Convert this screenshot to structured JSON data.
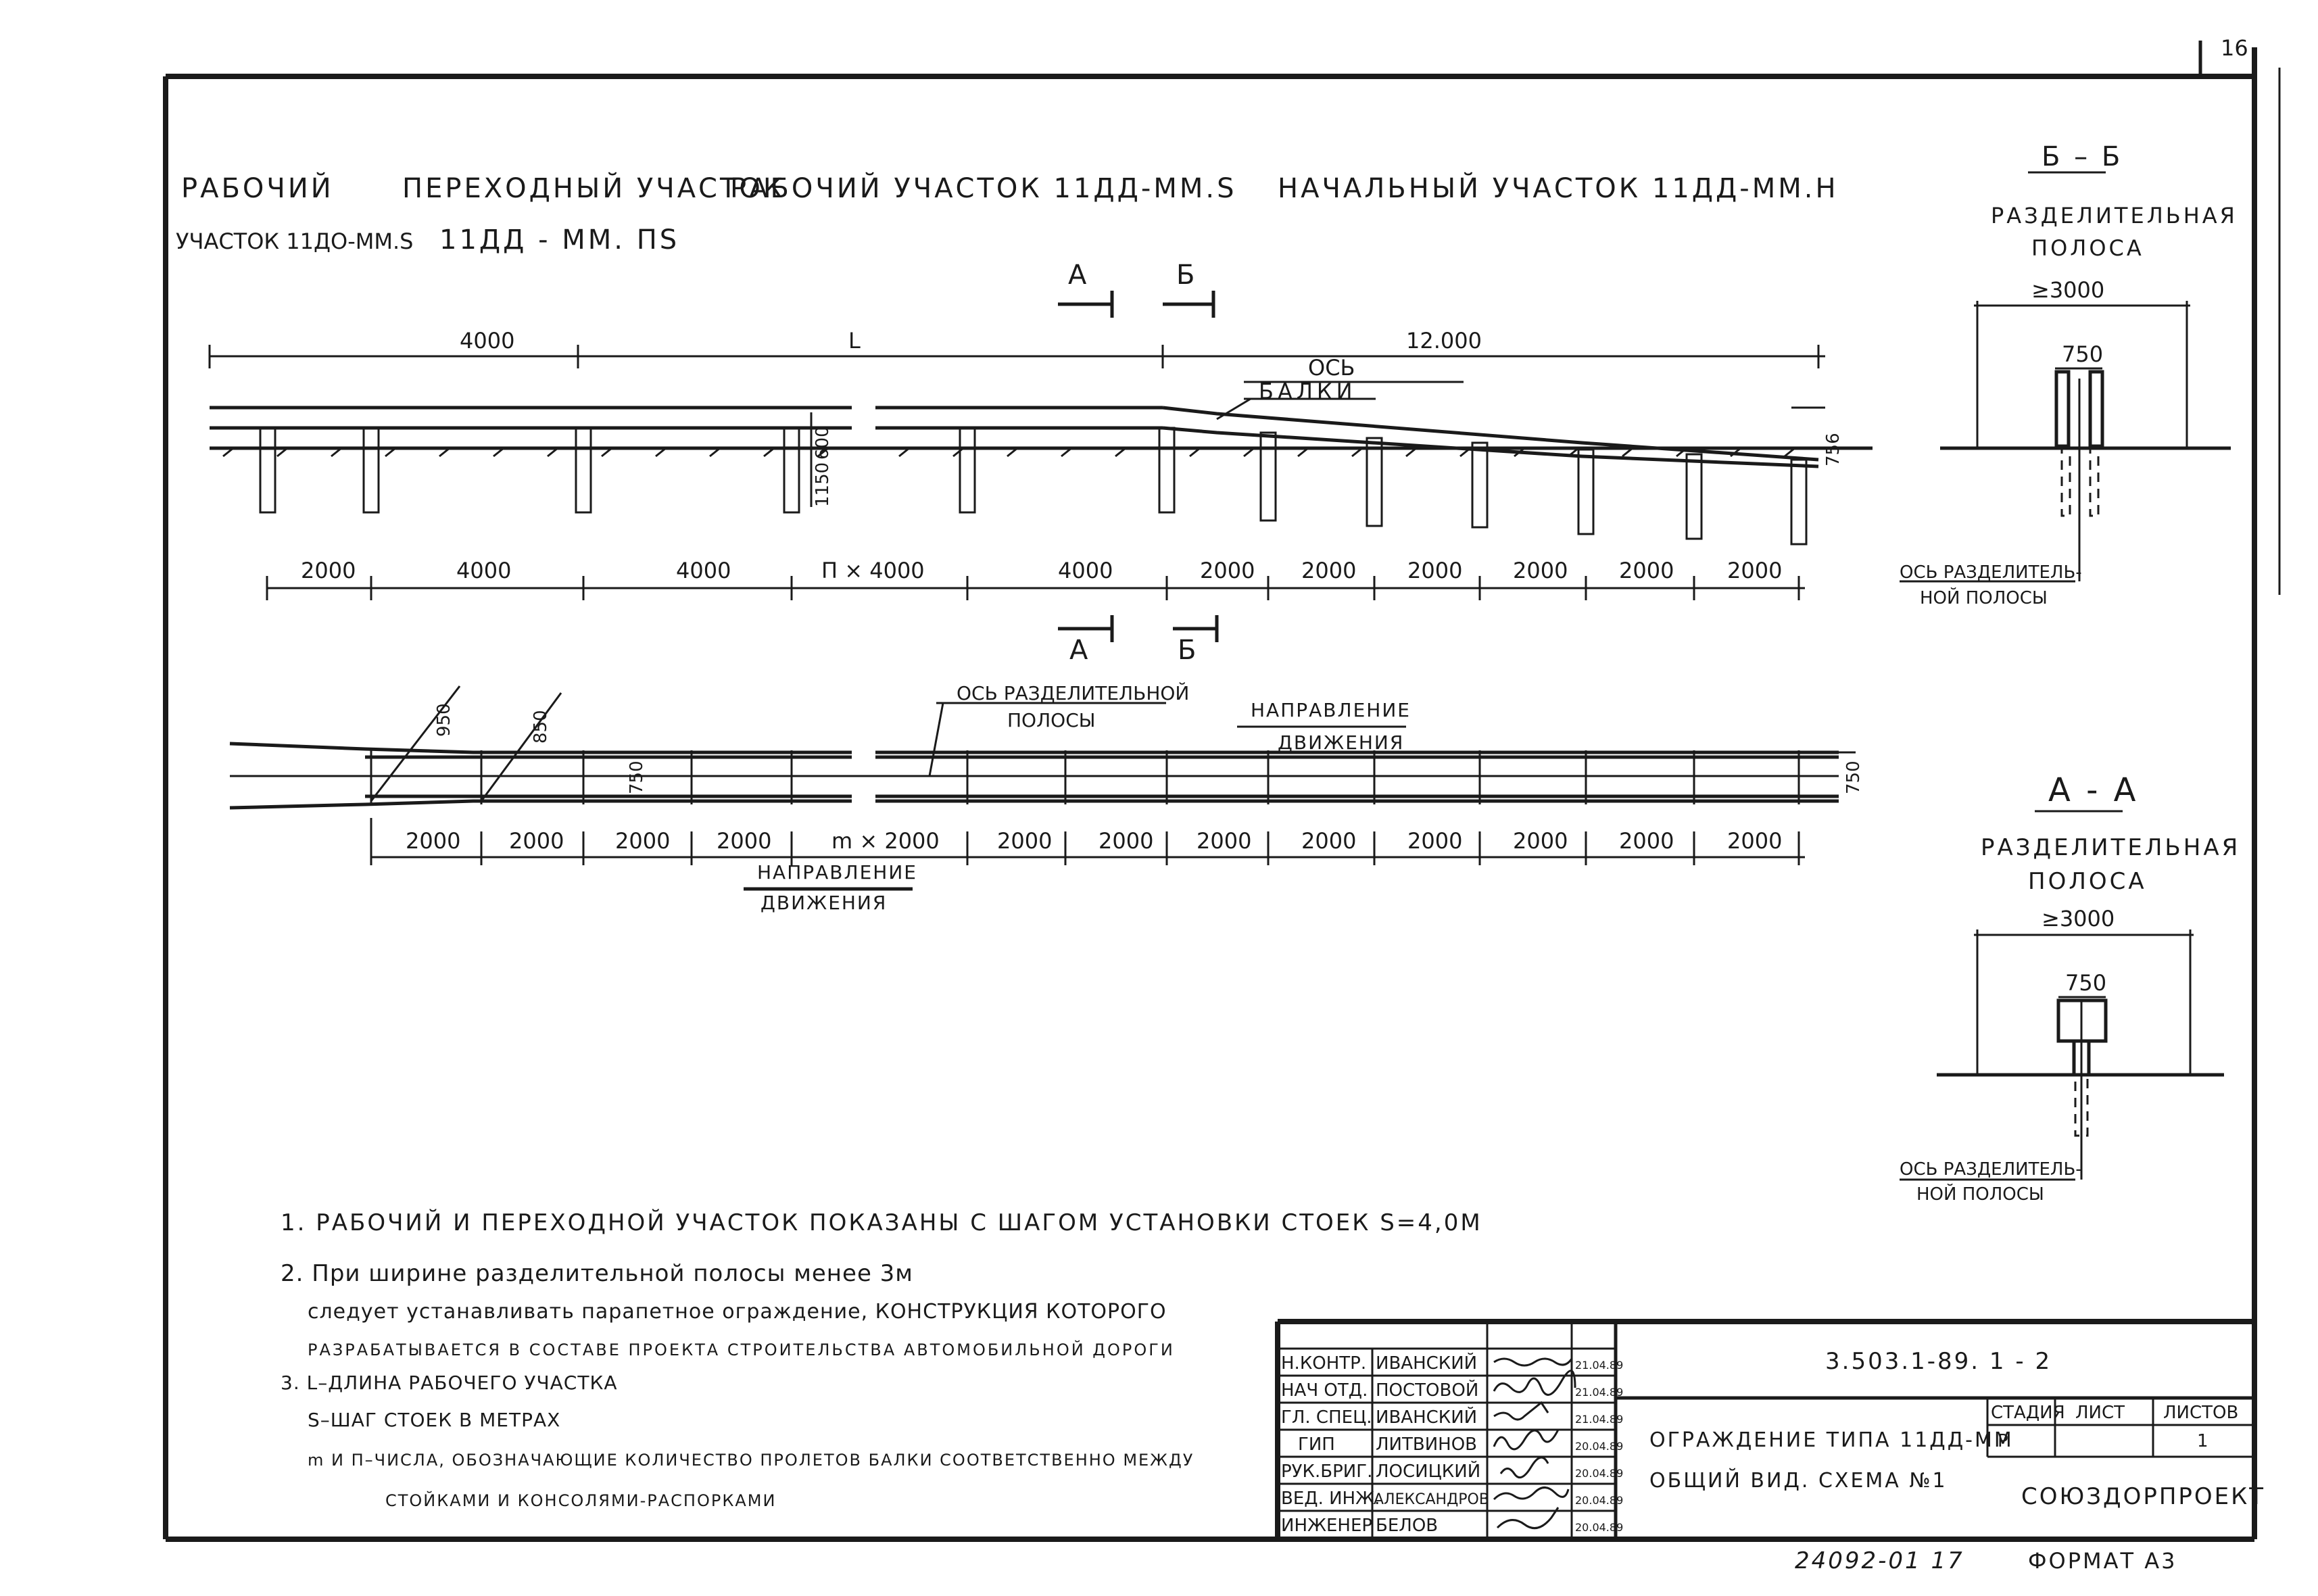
{
  "sheet_number": "16",
  "headers": {
    "working_left_1": "РАБОЧИЙ",
    "working_left_2": "УЧАСТОК 11ДО-ММ.S",
    "transition_1": "ПЕРЕХОДНЫЙ УЧАСТОК",
    "transition_2": "11ДД - ММ. ПS",
    "working_mid": "РАБОЧИЙ УЧАСТОК 11ДД-ММ.S",
    "initial": "НАЧАЛЬНЫЙ УЧАСТОК 11ДД-ММ.Н"
  },
  "elevation": {
    "section_a": "А",
    "section_b": "Б",
    "dim_top": [
      "4000",
      "L",
      "12.000"
    ],
    "axis_label_1": "ОСЬ",
    "axis_label_2": "БАЛКИ",
    "dim_600": "600",
    "dim_1150": "1150",
    "dim_756": "756",
    "dim_bottom": [
      "2000",
      "4000",
      "4000",
      "П × 4000",
      "4000",
      "2000",
      "2000",
      "2000",
      "2000",
      "2000",
      "2000"
    ]
  },
  "plan": {
    "axis_label_1": "ОСЬ РАЗДЕЛИТЕЛЬНОЙ",
    "axis_label_2": "ПОЛОСЫ",
    "dir_top_1": "НАПРАВЛЕНИЕ",
    "dir_top_2": "ДВИЖЕНИЯ",
    "dir_bottom_1": "НАПРАВЛЕНИЕ",
    "dir_bottom_2": "ДВИЖЕНИЯ",
    "dim_950": "950",
    "dim_850": "850",
    "dim_750_inner": "750",
    "dim_750_right": "750",
    "dim_bottom": [
      "2000",
      "2000",
      "2000",
      "2000",
      "m × 2000",
      "2000",
      "2000",
      "2000",
      "2000",
      "2000",
      "2000",
      "2000",
      "2000"
    ]
  },
  "section_bb": {
    "title": "Б – Б",
    "sub_1": "РАЗДЕЛИТЕЛЬНАЯ",
    "sub_2": "ПОЛОСА",
    "dim_width": "≥3000",
    "dim_750": "750",
    "axis_1": "ОСЬ РАЗДЕЛИТЕЛЬ-",
    "axis_2": "НОЙ ПОЛОСЫ"
  },
  "section_aa": {
    "title": "А - А",
    "sub_1": "РАЗДЕЛИТЕЛЬНАЯ",
    "sub_2": "ПОЛОСА",
    "dim_width": "≥3000",
    "dim_750": "750",
    "axis_1": "ОСЬ РАЗДЕЛИТЕЛЬ-",
    "axis_2": "НОЙ ПОЛОСЫ"
  },
  "notes": [
    "1. РАБОЧИЙ И ПЕРЕХОДНОЙ УЧАСТОК ПОКАЗАНЫ С ШАГОМ УСТАНОВКИ СТОЕК S=4,0М",
    "2. При ширине разделительной полосы менее 3м",
    "следует устанавливать парапетное ограждение, КОНСТРУКЦИЯ КОТОРОГО",
    "РАЗРАБАТЫВАЕТСЯ В СОСТАВЕ ПРОЕКТА СТРОИТЕЛЬСТВА АВТОМОБИЛЬНОЙ ДОРОГИ",
    "3. L–ДЛИНА РАБОЧЕГО УЧАСТКА",
    "S–ШАГ СТОЕК В МЕТРАХ",
    "m И П–ЧИСЛА, ОБОЗНАЧАЮЩИЕ КОЛИЧЕСТВО ПРОЛЕТОВ БАЛКИ СООТВЕТСТВЕННО МЕЖДУ",
    "СТОЙКАМИ И КОНСОЛЯМИ-РАСПОРКАМИ"
  ],
  "title_block": {
    "doc_code": "3.503.1-89. 1 - 2",
    "roles": [
      "Н.КОНТР.",
      "НАЧ ОТД.",
      "ГЛ. СПЕЦ.",
      "ГИП",
      "РУК.БРИГ.",
      "ВЕД. ИНЖ.",
      "ИНЖЕНЕР"
    ],
    "names": [
      "ИВАНСКИЙ",
      "ПОСТОВОЙ",
      "ИВАНСКИЙ",
      "ЛИТВИНОВ",
      "ЛОСИЦКИЙ",
      "АЛЕКСАНДРОВ",
      "БЕЛОВ"
    ],
    "dates": [
      "21.04.89",
      "21.04.89",
      "21.04.89",
      "20.04.89",
      "20.04.89",
      "20.04.89",
      "20.04.89"
    ],
    "title_1": "ОГРАЖДЕНИЕ ТИПА 11ДД-ММ",
    "title_2": "ОБЩИЙ ВИД. СХЕМА №1",
    "stage_label": "СТАДИЯ",
    "sheet_label": "ЛИСТ",
    "sheets_label": "ЛИСТОВ",
    "stage_value": "Р",
    "sheets_value": "1",
    "org": "СОЮЗДОРПРОЕКТ"
  },
  "footer": {
    "archive": "24092-01 17",
    "format": "ФОРМАТ А3"
  }
}
